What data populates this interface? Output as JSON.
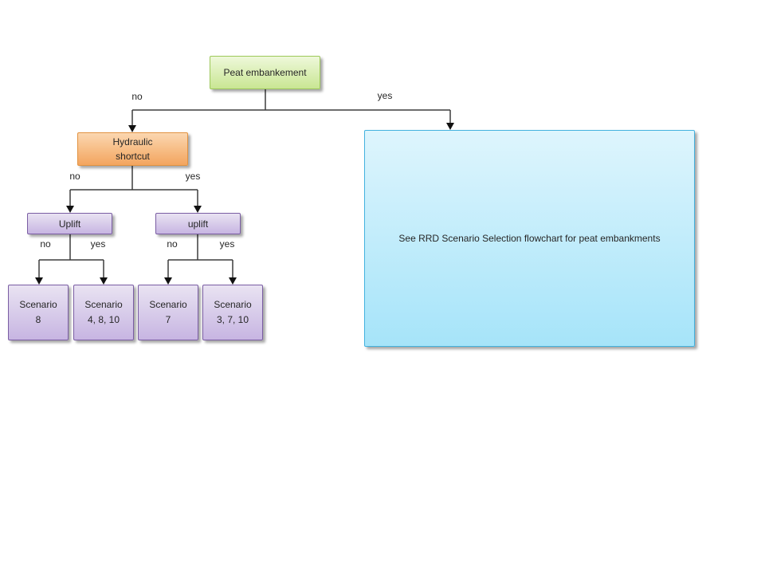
{
  "diagram": {
    "nodes": {
      "root": {
        "label": "Peat embankement"
      },
      "hydraulic_shortcut": {
        "line1": "Hydraulic",
        "line2": "shortcut"
      },
      "uplift_left": {
        "label": "Uplift"
      },
      "uplift_right": {
        "label": "uplift"
      },
      "scenario_no_no": {
        "line1": "Scenario",
        "line2": "8"
      },
      "scenario_no_yes": {
        "line1": "Scenario",
        "line2": "4, 8, 10"
      },
      "scenario_yes_no": {
        "line1": "Scenario",
        "line2": "7"
      },
      "scenario_yes_yes": {
        "line1": "Scenario",
        "line2": "3, 7, 10"
      },
      "rrd_reference": {
        "label": "See RRD Scenario Selection flowchart for peat embankments"
      }
    },
    "edge_labels": {
      "root_no": "no",
      "root_yes": "yes",
      "hydraulic_no": "no",
      "hydraulic_yes": "yes",
      "uplift_left_no": "no",
      "uplift_left_yes": "yes",
      "uplift_right_no": "no",
      "uplift_right_yes": "yes"
    },
    "colors": {
      "text-color": "#262626",
      "line-color": "#3d3d3d",
      "arrow-color": "#111111",
      "green-fill-top": "#eef8da",
      "green-fill-bottom": "#c9e693",
      "green-border": "#9dc85a",
      "orange-fill-top": "#fbd7b0",
      "orange-fill-bottom": "#f3a55f",
      "orange-border": "#e29240",
      "purple-fill-top": "#e9e3f2",
      "purple-fill-bottom": "#c7b5e2",
      "purple-border": "#7a5da3",
      "cyan-fill-top": "#def5fd",
      "cyan-fill-bottom": "#a6e4f9",
      "cyan-border": "#43b2df"
    }
  }
}
